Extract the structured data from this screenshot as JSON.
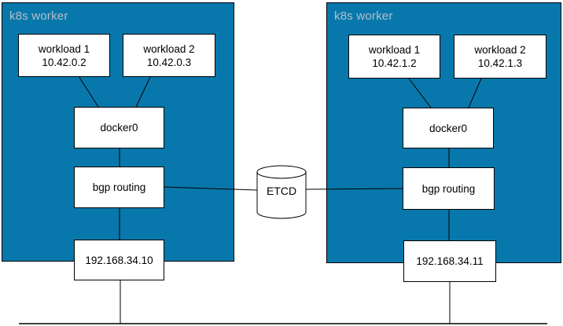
{
  "workers": [
    {
      "title": "k8s worker",
      "workloads": [
        {
          "name": "workload 1",
          "ip": "10.42.0.2"
        },
        {
          "name": "workload 2",
          "ip": "10.42.0.3"
        }
      ],
      "bridge": "docker0",
      "routing": "bgp routing",
      "host_ip": "192.168.34.10"
    },
    {
      "title": "k8s worker",
      "workloads": [
        {
          "name": "workload 1",
          "ip": "10.42.1.2"
        },
        {
          "name": "workload 2",
          "ip": "10.42.1.3"
        }
      ],
      "bridge": "docker0",
      "routing": "bgp routing",
      "host_ip": "192.168.34.11"
    }
  ],
  "datastore": {
    "label": "ETCD"
  },
  "colors": {
    "worker_fill": "#0878ac",
    "worker_title_text": "#b5bfc6",
    "node_fill": "#ffffff",
    "node_border": "#000000",
    "line": "#000000"
  }
}
